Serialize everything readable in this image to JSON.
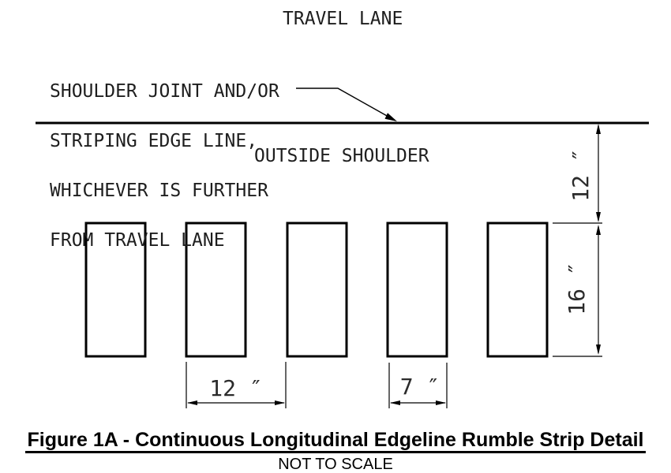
{
  "drawing": {
    "labels": {
      "travel_lane": "TRAVEL LANE",
      "outside_shoulder": "OUTSIDE SHOULDER"
    },
    "note_lines": [
      "SHOULDER JOINT AND/OR",
      "STRIPING EDGE LINE,",
      "WHICHEVER IS FURTHER",
      "FROM TRAVEL LANE"
    ],
    "dimensions": {
      "edge_offset": "12 ″",
      "strip_length": "16 ″",
      "strip_spacing": "12 ″",
      "strip_width": "7 ″"
    },
    "strip_count": 5,
    "ink_color": "#000000"
  },
  "caption": {
    "title": "Figure 1A - Continuous Longitudinal Edgeline Rumble Strip Detail",
    "subtitle": "NOT TO SCALE"
  }
}
